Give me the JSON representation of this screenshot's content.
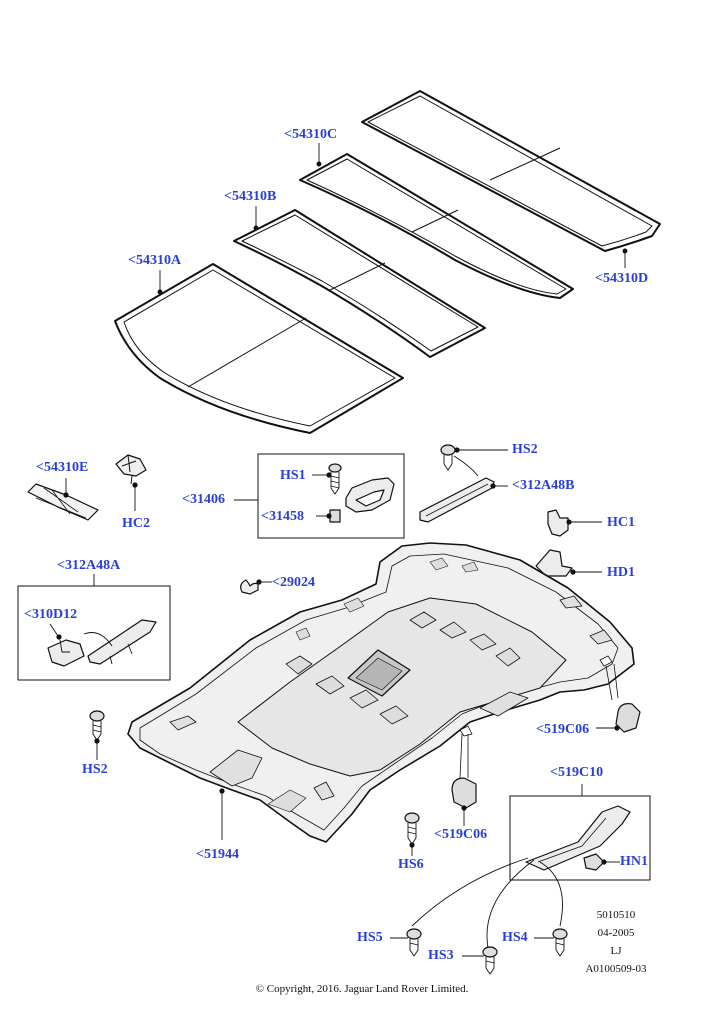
{
  "labels": {
    "p54310c": "<54310C",
    "p54310b": "<54310B",
    "p54310a": "<54310A",
    "p54310d": "<54310D",
    "p54310e": "<54310E",
    "hc2": "HC2",
    "hs1": "HS1",
    "p31406": "<31406",
    "p31458": "<31458",
    "hs2_top": "HS2",
    "p312a48b": "<312A48B",
    "hc1": "HC1",
    "hd1": "HD1",
    "p312a48a": "<312A48A",
    "p310d12": "<310D12",
    "p29024": "<29024",
    "p519c06_right": "<519C06",
    "hs2_left": "HS2",
    "p519c10": "<519C10",
    "p519c06_mid": "<519C06",
    "hn1": "HN1",
    "p51944": "<51944",
    "hs6": "HS6",
    "hs5": "HS5",
    "hs4": "HS4",
    "hs3": "HS3"
  },
  "meta": {
    "code": "5010510",
    "date": "04-2005",
    "initials": "LJ",
    "ref": "A0100509-03"
  },
  "copyright": "© Copyright, 2016. Jaguar Land Rover Limited.",
  "colors": {
    "label": "#2a3fd6",
    "line": "#111111",
    "fill": "#ececec"
  }
}
